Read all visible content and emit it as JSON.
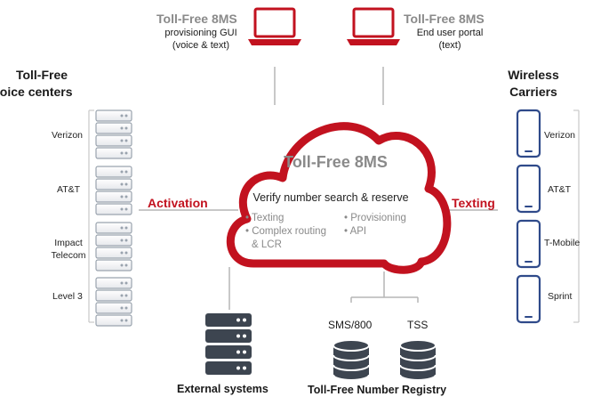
{
  "top_left": {
    "title": "Toll-Free 8MS",
    "line1": "provisioning GUI",
    "line2": "(voice & text)"
  },
  "top_right": {
    "title": "Toll-Free 8MS",
    "line1": "End user portal",
    "line2": "(text)"
  },
  "voice_centers": {
    "title_line1": "Toll-Free",
    "title_line2": "voice centers",
    "items": [
      "Verizon",
      "AT&T",
      "Impact Telecom",
      "Level 3"
    ]
  },
  "wireless": {
    "title_line1": "Wireless",
    "title_line2": "Carriers",
    "items": [
      "Verizon",
      "AT&T",
      "T-Mobile",
      "Sprint"
    ]
  },
  "activation_label": "Activation",
  "texting_label": "Texting",
  "cloud": {
    "title": "Toll-Free 8MS",
    "subtitle": "Verify number search & reserve",
    "left_bullets": [
      "Texting",
      "Complex routing",
      "& LCR"
    ],
    "right_bullets": [
      "Provisioning",
      "API"
    ]
  },
  "external_systems": "External systems",
  "registry": {
    "title": "Toll-Free Number Registry",
    "db1": "SMS/800",
    "db2": "TSS"
  },
  "colors": {
    "accent": "#c2121f",
    "server": "#3d4550",
    "text_grey": "#8a8a8a"
  }
}
